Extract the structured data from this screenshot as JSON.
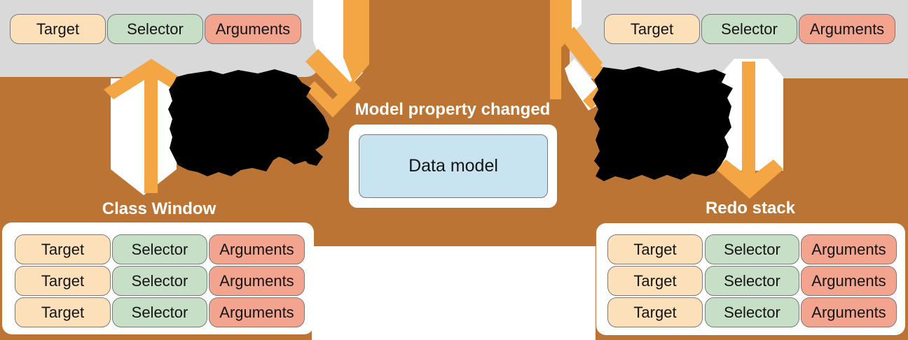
{
  "colors": {
    "background_brown": "#BC7434",
    "arrow_orange": "#F4A644",
    "panel_gray": "#D9D9D9",
    "card_white": "#FFFFFF",
    "target_fill": "#FBE0BA",
    "selector_fill": "#C6DFC6",
    "arguments_fill": "#F2A48F",
    "data_model_fill": "#C8E4F1",
    "redaction_black": "#000000"
  },
  "center": {
    "heading": "Model property changed",
    "data_model_label": "Data model"
  },
  "top_left_invocation": {
    "pills": [
      "Target",
      "Selector",
      "Arguments"
    ]
  },
  "top_right_invocation": {
    "pills": [
      "Target",
      "Selector",
      "Arguments"
    ]
  },
  "left_stack": {
    "title": "Class Window",
    "rows": [
      [
        "Target",
        "Selector",
        "Arguments"
      ],
      [
        "Target",
        "Selector",
        "Arguments"
      ],
      [
        "Target",
        "Selector",
        "Arguments"
      ]
    ]
  },
  "right_stack": {
    "title": "Redo stack",
    "rows": [
      [
        "Target",
        "Selector",
        "Arguments"
      ],
      [
        "Target",
        "Selector",
        "Arguments"
      ],
      [
        "Target",
        "Selector",
        "Arguments"
      ]
    ]
  },
  "redactions": {
    "left_annotation": "scribbled-out text",
    "right_annotation": "scribbled-out text"
  }
}
